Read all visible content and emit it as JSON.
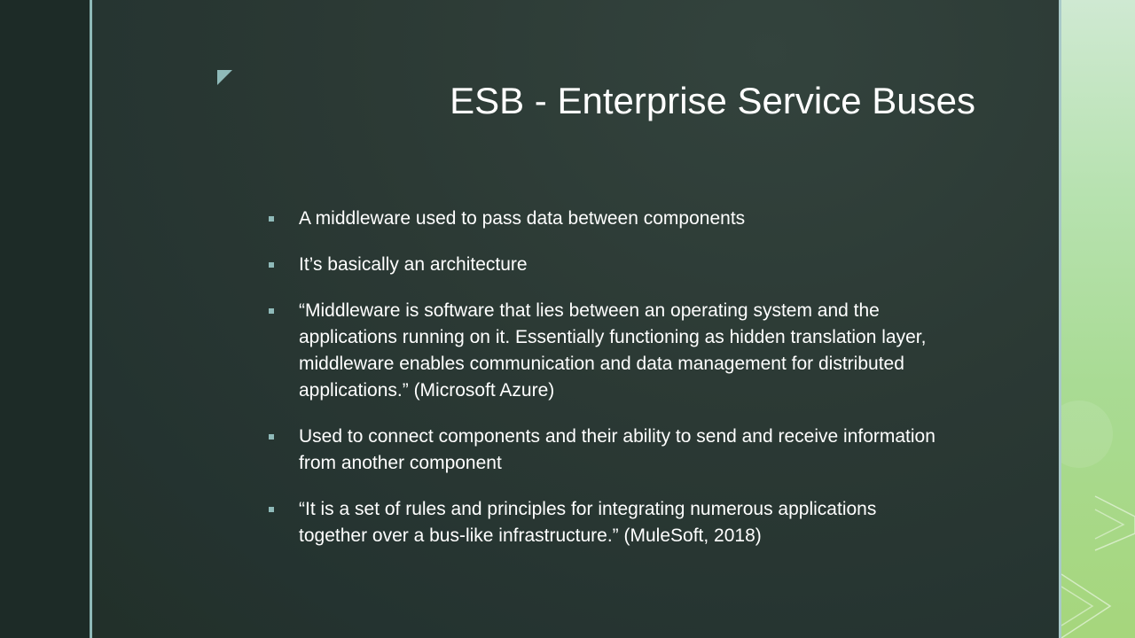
{
  "slide": {
    "title": "ESB - Enterprise Service Buses",
    "bullets": [
      "A middleware  used to pass data between components",
      "It’s basically an architecture",
      "“Middleware is software that lies between  an operating system and the applications running  on it. Essentially functioning as hidden translation layer, middleware enables communication and data management  for distributed applications.” (Microsoft Azure)",
      "Used to connect components and their ability to send and receive information from another component",
      "“It is a set of rules and principles for integrating numerous applications together over a bus-like infrastructure.” (MuleSoft, 2018)"
    ]
  },
  "colors": {
    "background": "#2b3934",
    "left_band": "#1d2b27",
    "accent_line": "#8fb9b8",
    "right_panel": "#a9db94",
    "text": "#ffffff",
    "bullet_marker": "#8fbab9"
  },
  "icons": {
    "corner_mark": "corner-triangle-icon",
    "bullet_marker": "square-bullet-icon"
  }
}
